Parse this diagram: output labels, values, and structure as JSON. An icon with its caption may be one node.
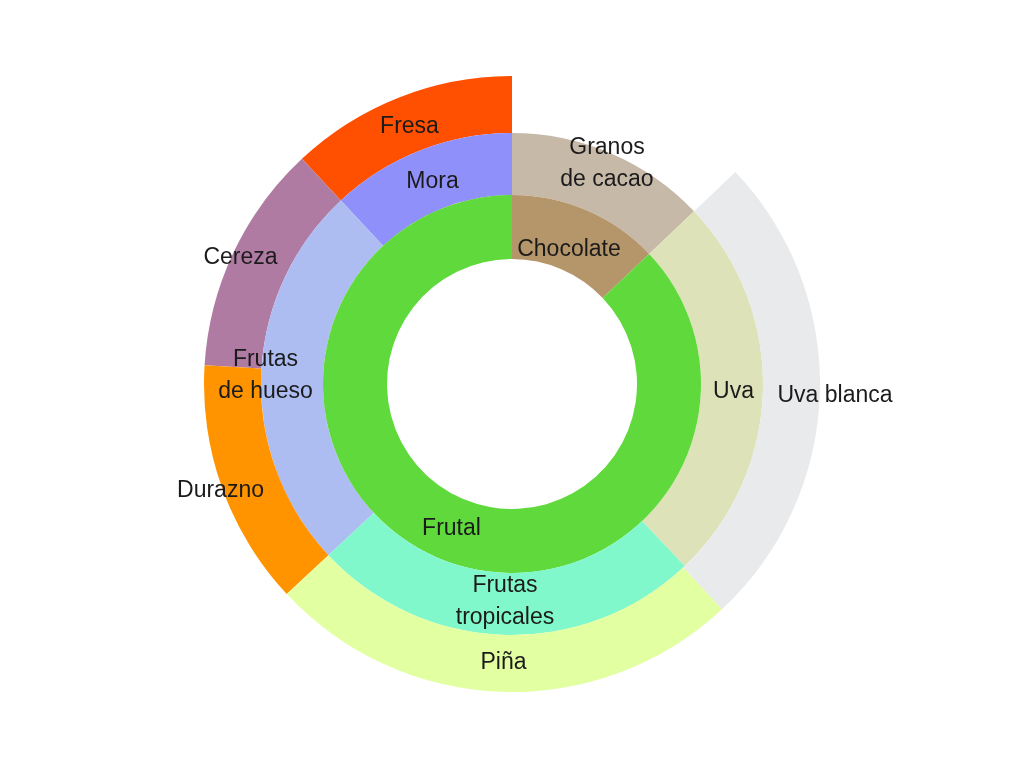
{
  "diagram": {
    "nodes": [
      {
        "text": [
          "Fresa"
        ]
      },
      {
        "text": [
          "Granos de cacao"
        ]
      },
      {
        "text": [
          "Mora"
        ]
      },
      {
        "text": [
          "Chocolate"
        ]
      },
      {
        "text": [
          "Cereza"
        ]
      },
      {
        "text": [
          "Frutas de hueso"
        ]
      },
      {
        "text": [
          "Uva"
        ]
      },
      {
        "text": [
          "Uva blanca"
        ]
      },
      {
        "text": [
          "Durazno"
        ]
      },
      {
        "text": [
          "Frutal"
        ]
      },
      {
        "text": [
          "Frutas tropicales"
        ]
      },
      {
        "text": [
          "Piña"
        ]
      }
    ]
  }
}
